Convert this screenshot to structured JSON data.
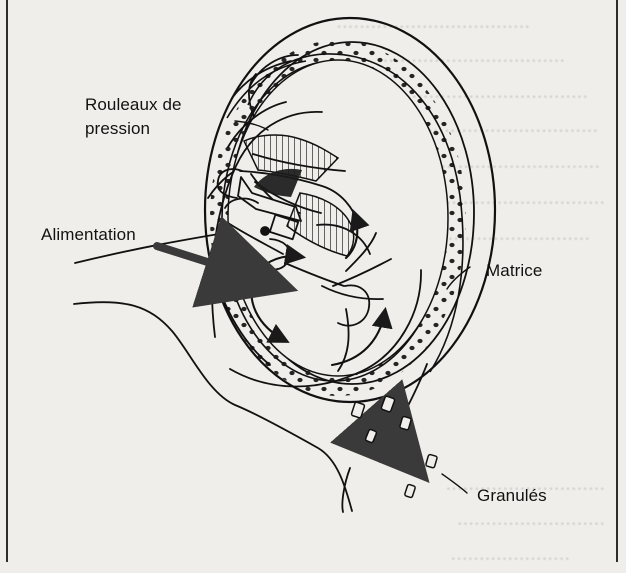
{
  "labels": {
    "pressure_rollers_line1": "Rouleaux de",
    "pressure_rollers_line2": "pression",
    "feed": "Alimentation",
    "die": "Matrice",
    "pellets": "Granulés"
  },
  "colors": {
    "paper": "#efeeea",
    "ink": "#121212",
    "frame": "#2d2d2d"
  }
}
